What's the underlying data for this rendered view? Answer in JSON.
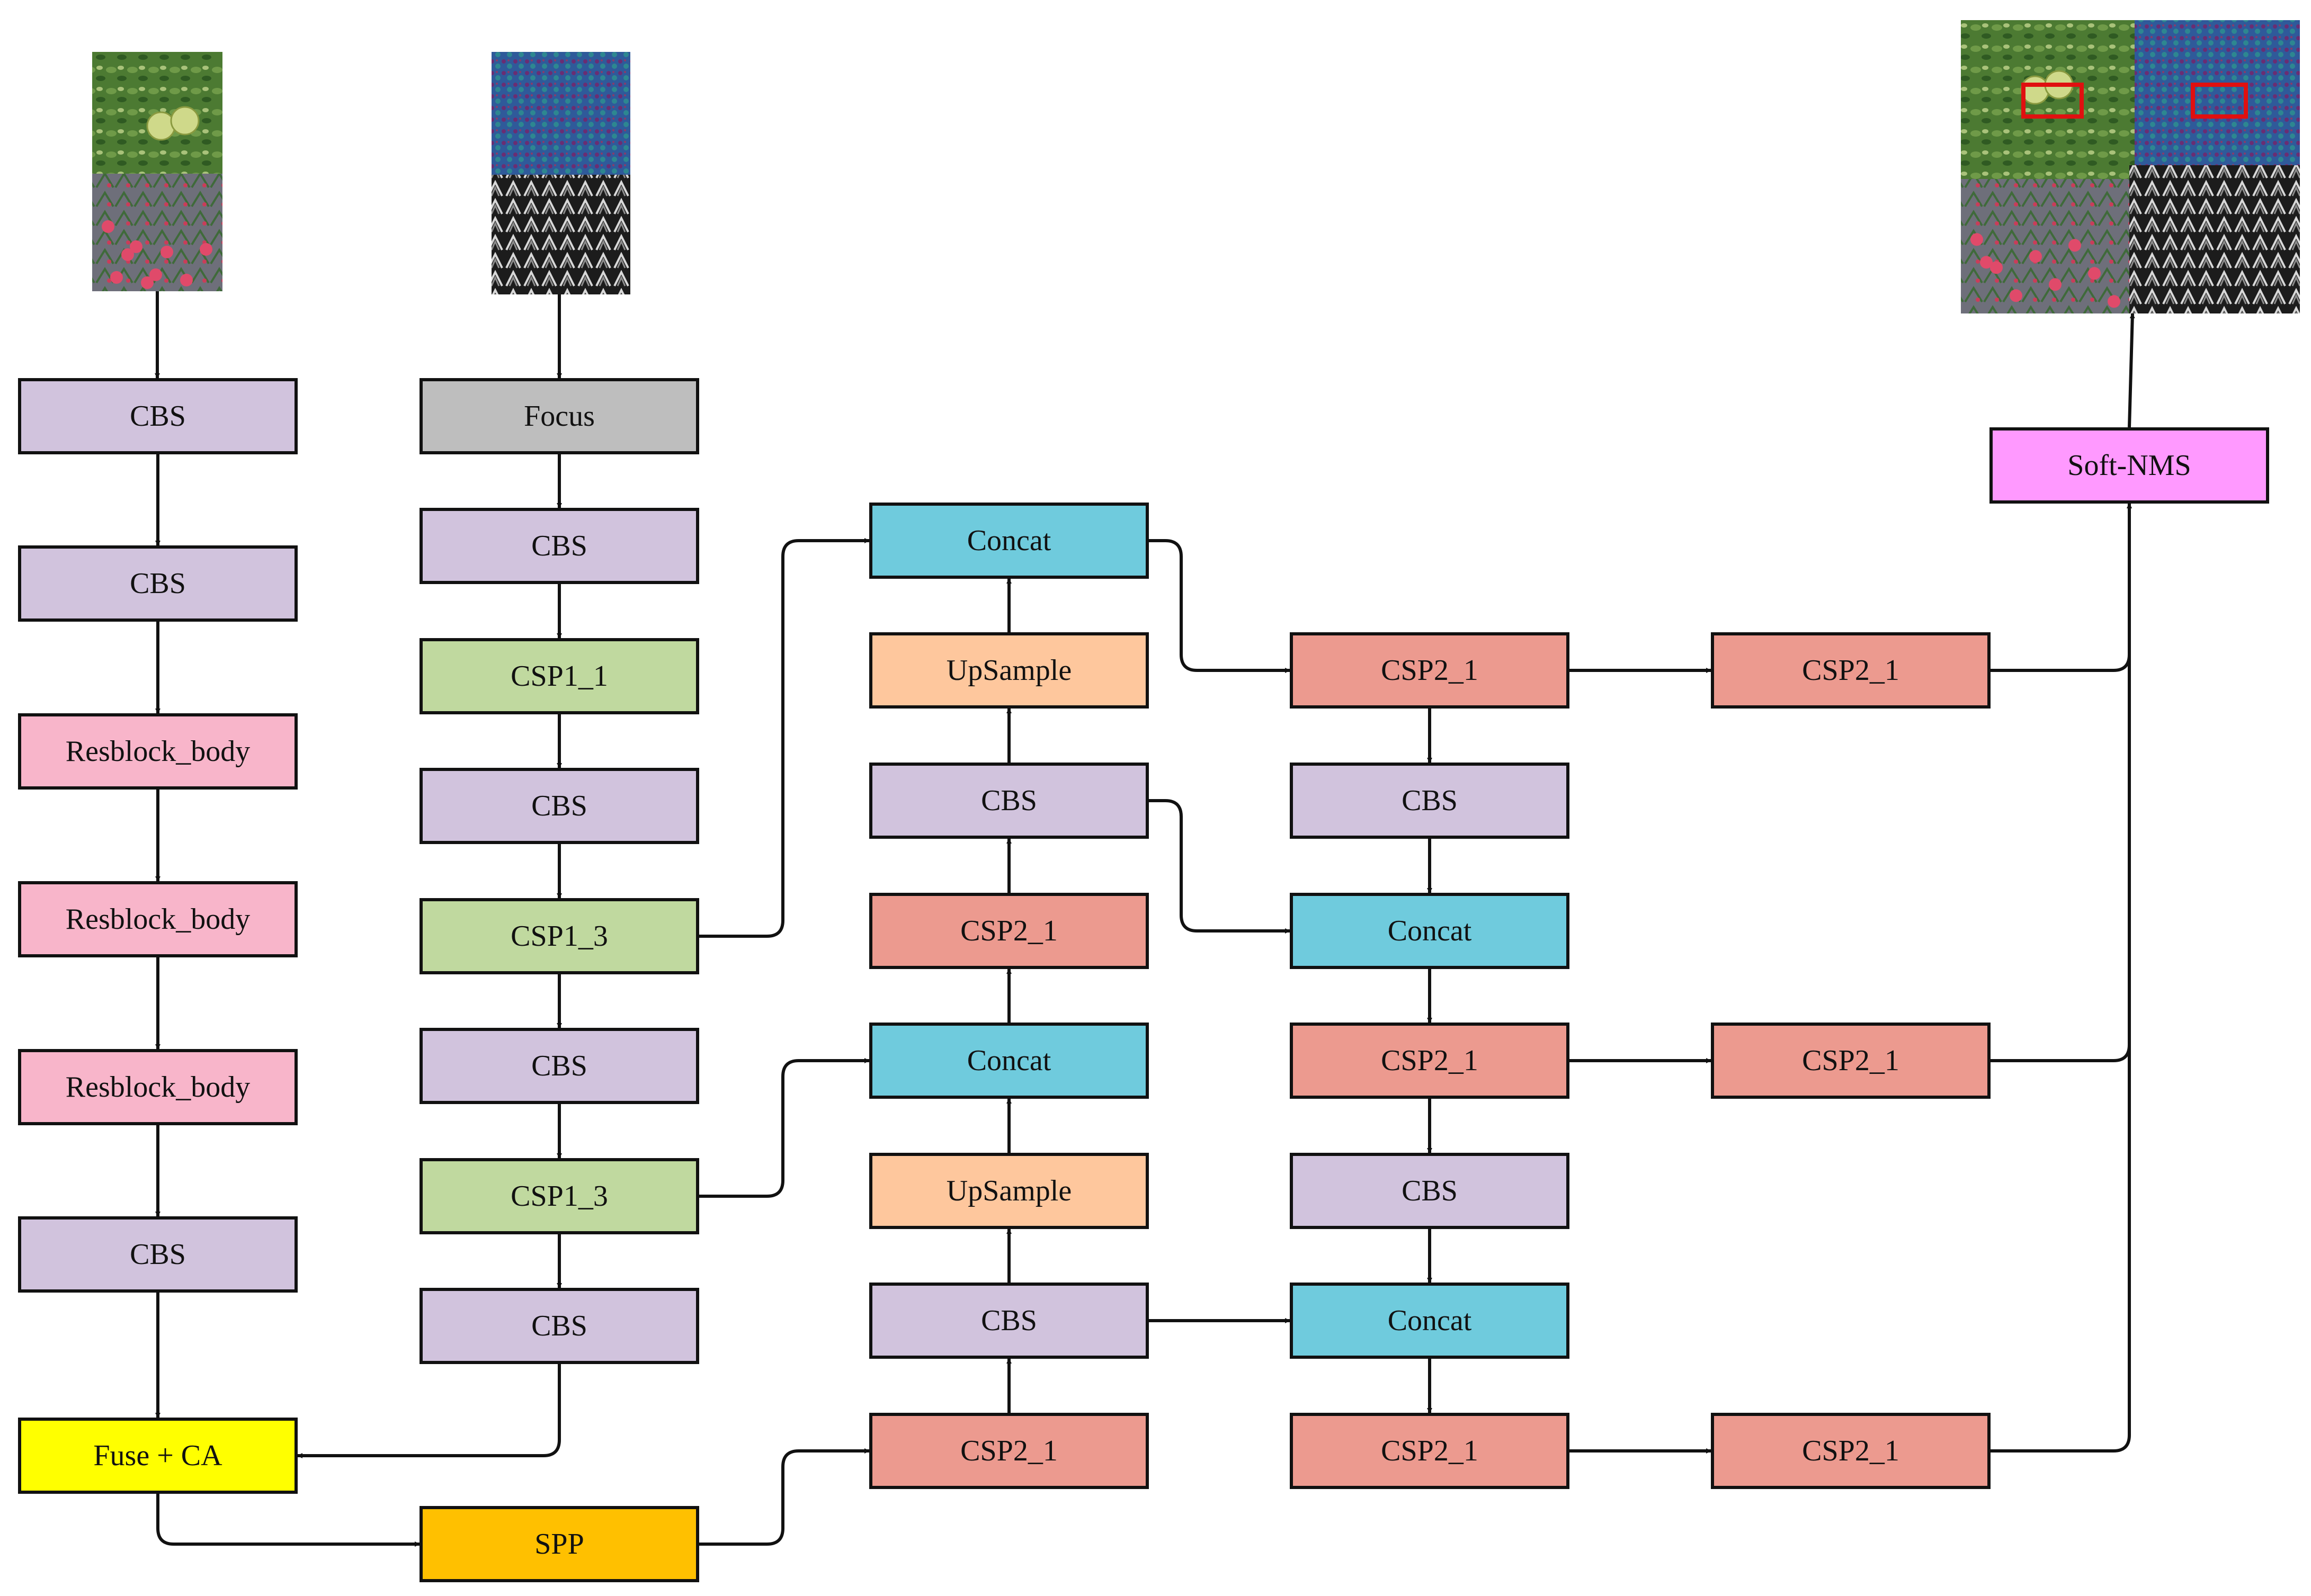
{
  "colors": {
    "cbs": "#d1c3dd",
    "focus": "#bebebe",
    "resblock": "#f8b5ca",
    "csp1": "#c0d99f",
    "csp2": "#ec9a8f",
    "concat": "#6fcbdd",
    "upsample": "#fec79d",
    "fuse": "#ffff00",
    "spp": "#ffc000",
    "softnms": "#ff99ff",
    "line": "#111111"
  },
  "nodes": {
    "l_cbs1": "CBS",
    "l_cbs2": "CBS",
    "l_res1": "Resblock_body",
    "l_res2": "Resblock_body",
    "l_res3": "Resblock_body",
    "l_cbs3": "CBS",
    "fuse": "Fuse + CA",
    "spp": "SPP",
    "c2_focus": "Focus",
    "c2_cbs1": "CBS",
    "c2_csp11": "CSP1_1",
    "c2_cbs2": "CBS",
    "c2_csp13a": "CSP1_3",
    "c2_cbs3": "CBS",
    "c2_csp13b": "CSP1_3",
    "c2_cbs4": "CBS",
    "c3_concat1": "Concat",
    "c3_up1": "UpSample",
    "c3_cbs1": "CBS",
    "c3_csp21": "CSP2_1",
    "c3_concat2": "Concat",
    "c3_up2": "UpSample",
    "c3_cbs2": "CBS",
    "c3_csp22": "CSP2_1",
    "c4_csp1": "CSP2_1",
    "c4_cbs1": "CBS",
    "c4_concat1": "Concat",
    "c4_csp2": "CSP2_1",
    "c4_cbs2": "CBS",
    "c4_concat2": "Concat",
    "c4_csp3": "CSP2_1",
    "c5_csp1": "CSP2_1",
    "c5_csp2": "CSP2_1",
    "c5_csp3": "CSP2_1",
    "softnms": "Soft-NMS"
  },
  "images": {
    "input_rgb": [
      "apple-leaves-photo",
      "apple-tree-photo"
    ],
    "input_other": [
      "false-color-texture",
      "grayscale-tree"
    ],
    "output": [
      "detected-apple-photo",
      "detected-false-color",
      "detected-tree-photo",
      "detected-grayscale-tree"
    ]
  }
}
